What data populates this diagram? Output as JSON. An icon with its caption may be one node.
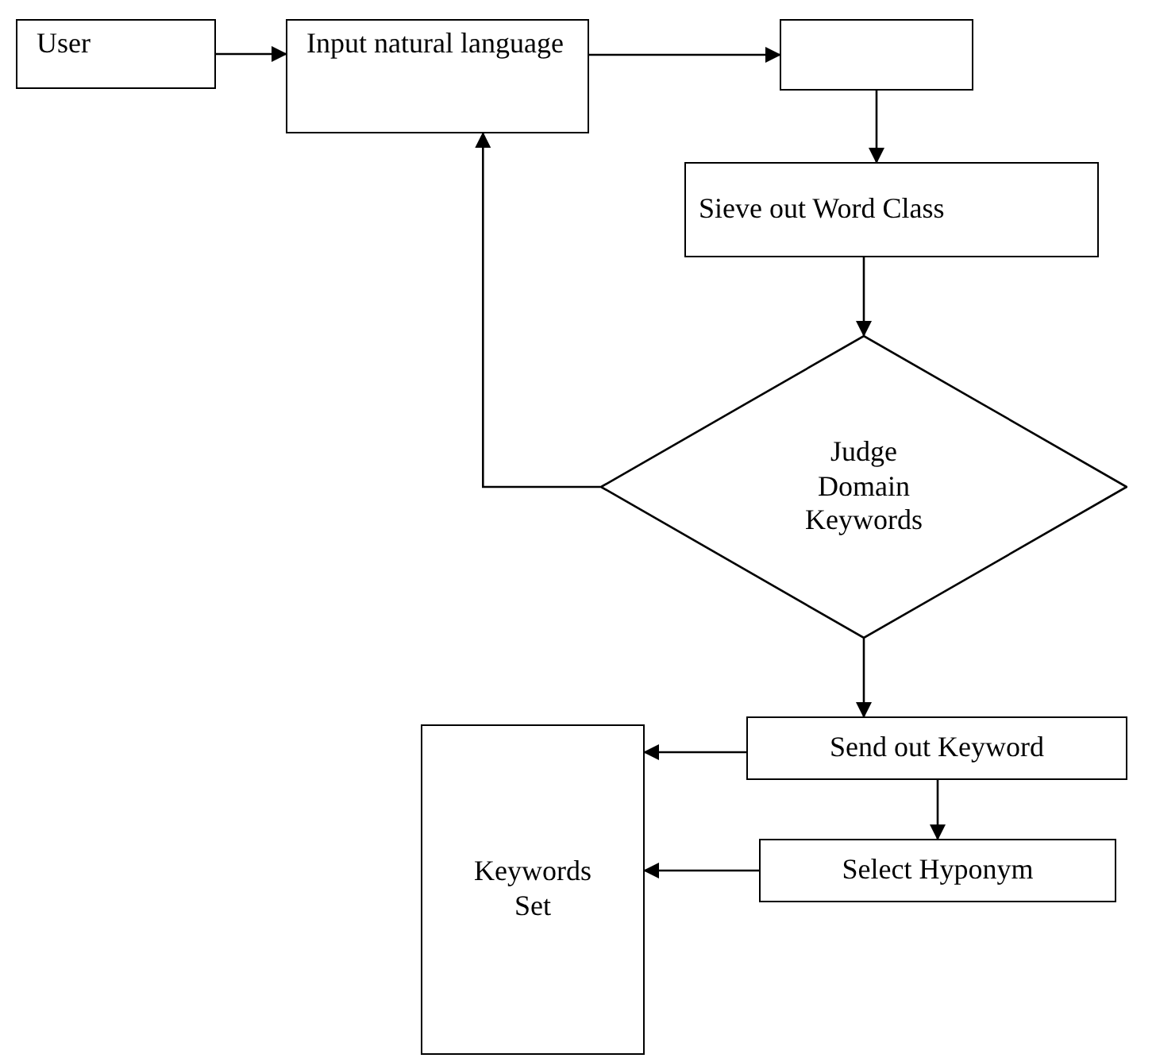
{
  "diagram": {
    "nodes": [
      {
        "text": [
          "User"
        ]
      },
      {
        "text": [
          "Input natural language"
        ]
      },
      {
        "text": [],
        "shape": "box"
      },
      {
        "text": [
          "Sieve out Word Class"
        ]
      },
      {
        "text": [
          "Judge Domain Keywords"
        ]
      },
      {
        "text": [
          "Send out Keyword"
        ]
      },
      {
        "text": [
          "Select Hyponym"
        ]
      },
      {
        "text": [
          "Keywords Set"
        ]
      }
    ],
    "edges": [
      {
        "from": 0,
        "to": 1,
        "arrow": "to"
      },
      {
        "from": 1,
        "to": 2,
        "arrow": "to"
      },
      {
        "from": 2,
        "to": 3,
        "arrow": "to"
      },
      {
        "from": 3,
        "to": 4,
        "arrow": "to"
      },
      {
        "from": 4,
        "to": 1,
        "arrow": "to"
      },
      {
        "from": 4,
        "to": 5,
        "arrow": "to"
      },
      {
        "from": 5,
        "to": 7,
        "arrow": "to"
      },
      {
        "from": 5,
        "to": 6,
        "arrow": "to"
      },
      {
        "from": 6,
        "to": 7,
        "arrow": "to"
      }
    ]
  }
}
